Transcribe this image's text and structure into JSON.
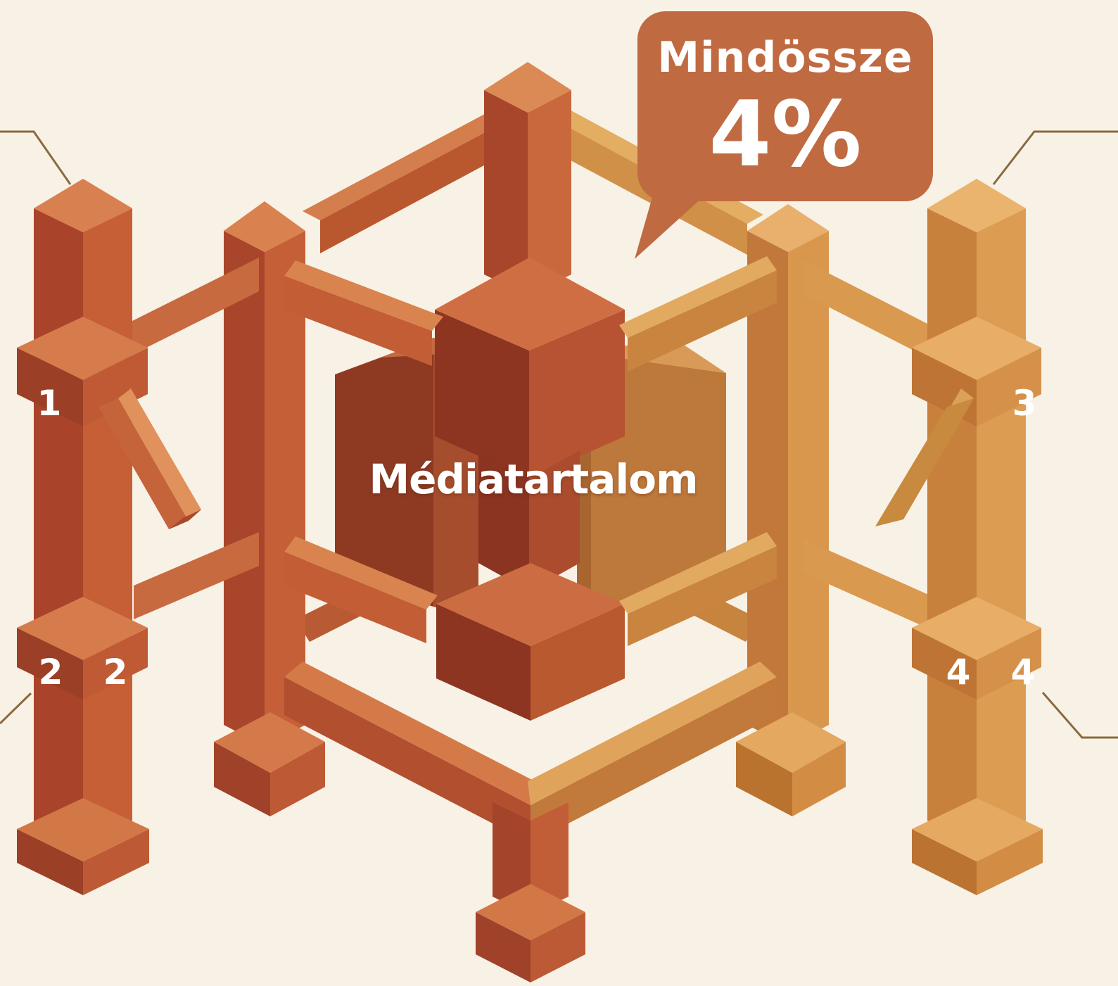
{
  "callout": {
    "line1": "Mindössze",
    "line2": "4%"
  },
  "center_label": "Médiatartalom",
  "post_labels": {
    "left_upper": "1",
    "left_lower_a": "2",
    "left_lower_b": "2",
    "right_upper": "3",
    "right_lower_a": "4",
    "right_lower_b": "4"
  },
  "colors": {
    "background": "#f8f1e6",
    "callout": "#c06a42",
    "rust": "#b45635",
    "ochre": "#d2913f",
    "connector_line": "#8a6a3e",
    "text": "#ffffff"
  }
}
